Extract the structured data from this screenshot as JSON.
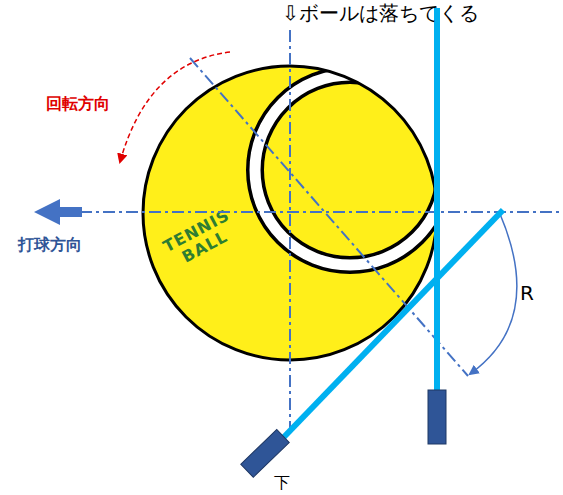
{
  "diagram": {
    "nodes": [
      {
        "text": [
          "TENNIS BALL"
        ]
      }
    ],
    "labels": [
      "⇩ボールは落ちてくる",
      "回転方向",
      "打球方向",
      "R",
      "下"
    ]
  }
}
